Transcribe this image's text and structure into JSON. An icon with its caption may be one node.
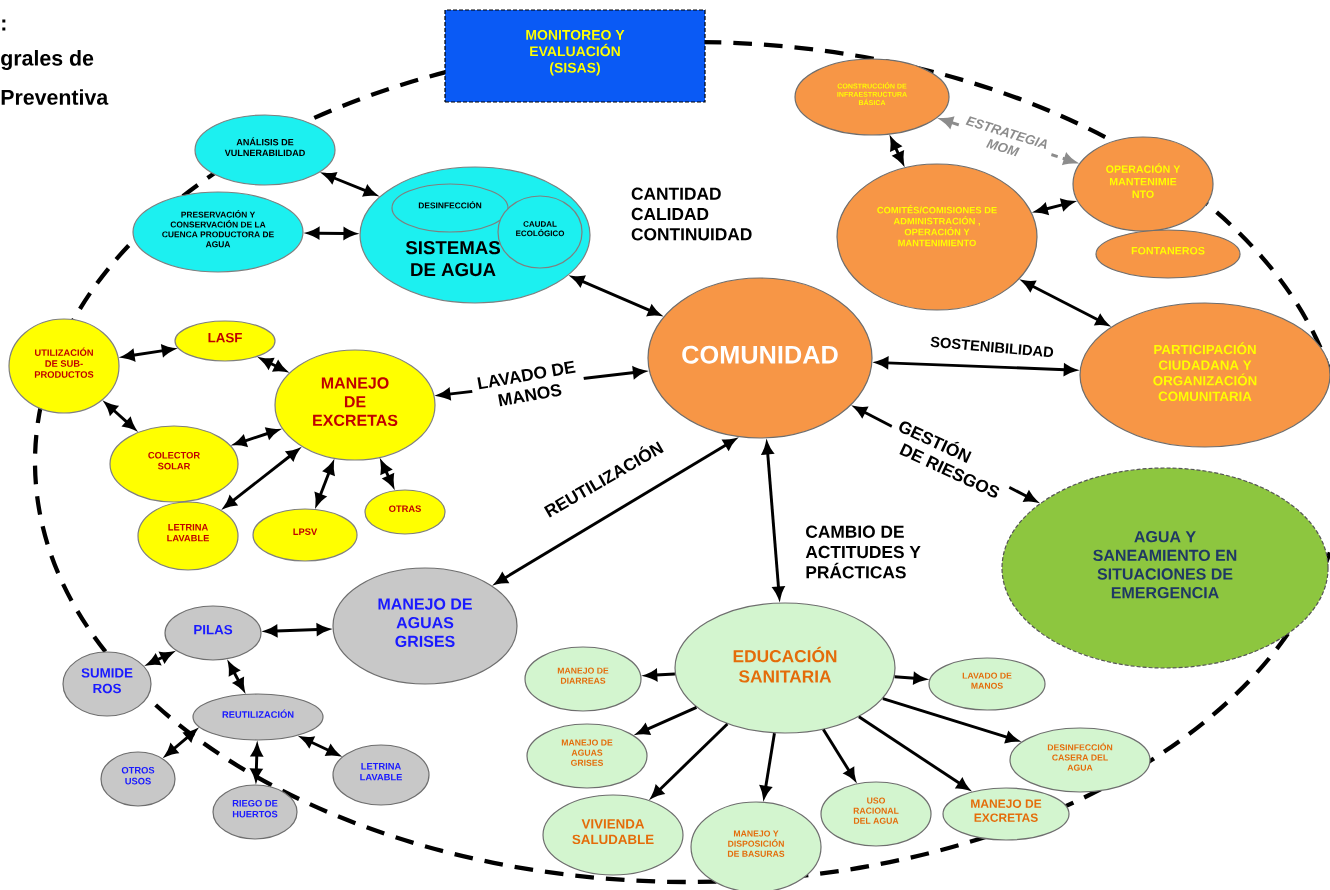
{
  "diagram": {
    "nodes": [
      {
        "text": [
          "MONITOREO Y EVALUACIÓN (SISAS)"
        ]
      },
      {
        "text": [
          "ANÁLISIS DE VULNERABILIDAD"
        ]
      },
      {
        "text": [
          "PRESERVACIÓN Y CONSERVACIÓN DE LA CUENCA PRODUCTORA DE AGUA"
        ]
      },
      {
        "text": [
          "SISTEMAS DE AGUA"
        ]
      },
      {
        "text": [
          "DESINFECCIÓN"
        ],
        "in": 3
      },
      {
        "text": [
          "CAUDAL ECOLÓGICO"
        ],
        "in": 3
      },
      {
        "text": [
          "COMUNIDAD"
        ]
      },
      {
        "text": [
          "CONSTRUCCIÓN DE INFRAESTRUCTURA BÁSICA"
        ]
      },
      {
        "text": [
          "COMITÉS/COMISIONES DE ADMINISTRACIÓN , OPERACIÓN Y MANTENIMIENTO"
        ]
      },
      {
        "text": [
          "OPERACIÓN Y MANTENIMIE NTO"
        ]
      },
      {
        "text": [
          "FONTANEROS"
        ]
      },
      {
        "text": [
          "PARTICIPACIÓN CIUDADANA Y ORGANIZACIÓN COMUNITARIA"
        ]
      },
      {
        "text": [
          "UTILIZACIÓN DE SUB-PRODUCTOS"
        ]
      },
      {
        "text": [
          "LASF"
        ]
      },
      {
        "text": [
          "MANEJO DE EXCRETAS"
        ]
      },
      {
        "text": [
          "COLECTOR SOLAR"
        ]
      },
      {
        "text": [
          "LETRINA LAVABLE"
        ]
      },
      {
        "text": [
          "LPSV"
        ]
      },
      {
        "text": [
          "OTRAS"
        ]
      },
      {
        "text": [
          "MANEJO DE AGUAS GRISES"
        ]
      },
      {
        "text": [
          "PILAS"
        ]
      },
      {
        "text": [
          "SUMIDE ROS"
        ]
      },
      {
        "text": [
          "REUTILIZACIÓN"
        ]
      },
      {
        "text": [
          "OTROS USOS"
        ]
      },
      {
        "text": [
          "RIEGO DE HUERTOS"
        ]
      },
      {
        "text": [
          "LETRINA LAVABLE"
        ]
      },
      {
        "text": [
          "EDUCACIÓN SANITARIA"
        ]
      },
      {
        "text": [
          "MANEJO DE DIARREAS"
        ]
      },
      {
        "text": [
          "LAVADO DE MANOS"
        ]
      },
      {
        "text": [
          "MANEJO DE AGUAS GRISES"
        ]
      },
      {
        "text": [
          "DESINFECCIÓN CASERA DEL AGUA"
        ]
      },
      {
        "text": [
          "VIVIENDA SALUDABLE"
        ]
      },
      {
        "text": [
          "MANEJO Y DISPOSICIÓN DE BASURAS"
        ]
      },
      {
        "text": [
          "USO RACIONAL DEL AGUA"
        ]
      },
      {
        "text": [
          "MANEJO DE EXCRETAS"
        ]
      },
      {
        "text": [
          "AGUA Y SANEAMIENTO EN SITUACIONES DE EMERGENCIA"
        ]
      }
    ],
    "edges": [
      {
        "from": 1,
        "to": 3,
        "arrow": "both"
      },
      {
        "from": 2,
        "to": 3,
        "arrow": "both"
      },
      {
        "from": 3,
        "to": 6,
        "arrow": "both",
        "label": "CANTIDAD CALIDAD CONTINUIDAD"
      },
      {
        "from": 7,
        "to": 8,
        "arrow": "both"
      },
      {
        "from": 7,
        "to": 9,
        "arrow": "both",
        "label": "ESTRATEGIA MOM",
        "style": "dashed",
        "color": "#8c8c8c"
      },
      {
        "from": 8,
        "to": 9,
        "arrow": "both"
      },
      {
        "from": 8,
        "to": 11,
        "arrow": "both"
      },
      {
        "from": 6,
        "to": 11,
        "arrow": "both",
        "label": "SOSTENIBILIDAD"
      },
      {
        "from": 6,
        "to": 35,
        "arrow": "both",
        "label": "GESTIÓN DE RIESGOS"
      },
      {
        "from": 6,
        "to": 14,
        "arrow": "both",
        "label": "LAVADO DE MANOS"
      },
      {
        "from": 6,
        "to": 19,
        "arrow": "both",
        "label": "REUTILIZACIÓN"
      },
      {
        "from": 6,
        "to": 26,
        "arrow": "both",
        "label": "CAMBIO DE ACTITUDES Y PRÁCTICAS"
      },
      {
        "from": 12,
        "to": 13,
        "arrow": "both"
      },
      {
        "from": 13,
        "to": 14,
        "arrow": "both"
      },
      {
        "from": 12,
        "to": 15,
        "arrow": "both"
      },
      {
        "from": 14,
        "to": 15,
        "arrow": "both"
      },
      {
        "from": 14,
        "to": 16,
        "arrow": "both"
      },
      {
        "from": 14,
        "to": 17,
        "arrow": "both"
      },
      {
        "from": 14,
        "to": 18,
        "arrow": "both"
      },
      {
        "from": 20,
        "to": 19,
        "arrow": "both"
      },
      {
        "from": 20,
        "to": 21,
        "arrow": "both"
      },
      {
        "from": 20,
        "to": 22,
        "arrow": "both"
      },
      {
        "from": 22,
        "to": 23,
        "arrow": "both"
      },
      {
        "from": 22,
        "to": 24,
        "arrow": "both"
      },
      {
        "from": 22,
        "to": 25,
        "arrow": "both"
      },
      {
        "from": 26,
        "to": 27,
        "arrow": "to"
      },
      {
        "from": 26,
        "to": 28,
        "arrow": "to"
      },
      {
        "from": 26,
        "to": 29,
        "arrow": "to"
      },
      {
        "from": 26,
        "to": 30,
        "arrow": "to"
      },
      {
        "from": 26,
        "to": 31,
        "arrow": "to"
      },
      {
        "from": 26,
        "to": 32,
        "arrow": "to"
      },
      {
        "from": 26,
        "to": 33,
        "arrow": "to"
      },
      {
        "from": 26,
        "to": 34,
        "arrow": "to"
      }
    ],
    "labels": [
      ":",
      "grales de",
      "Preventiva"
    ]
  }
}
